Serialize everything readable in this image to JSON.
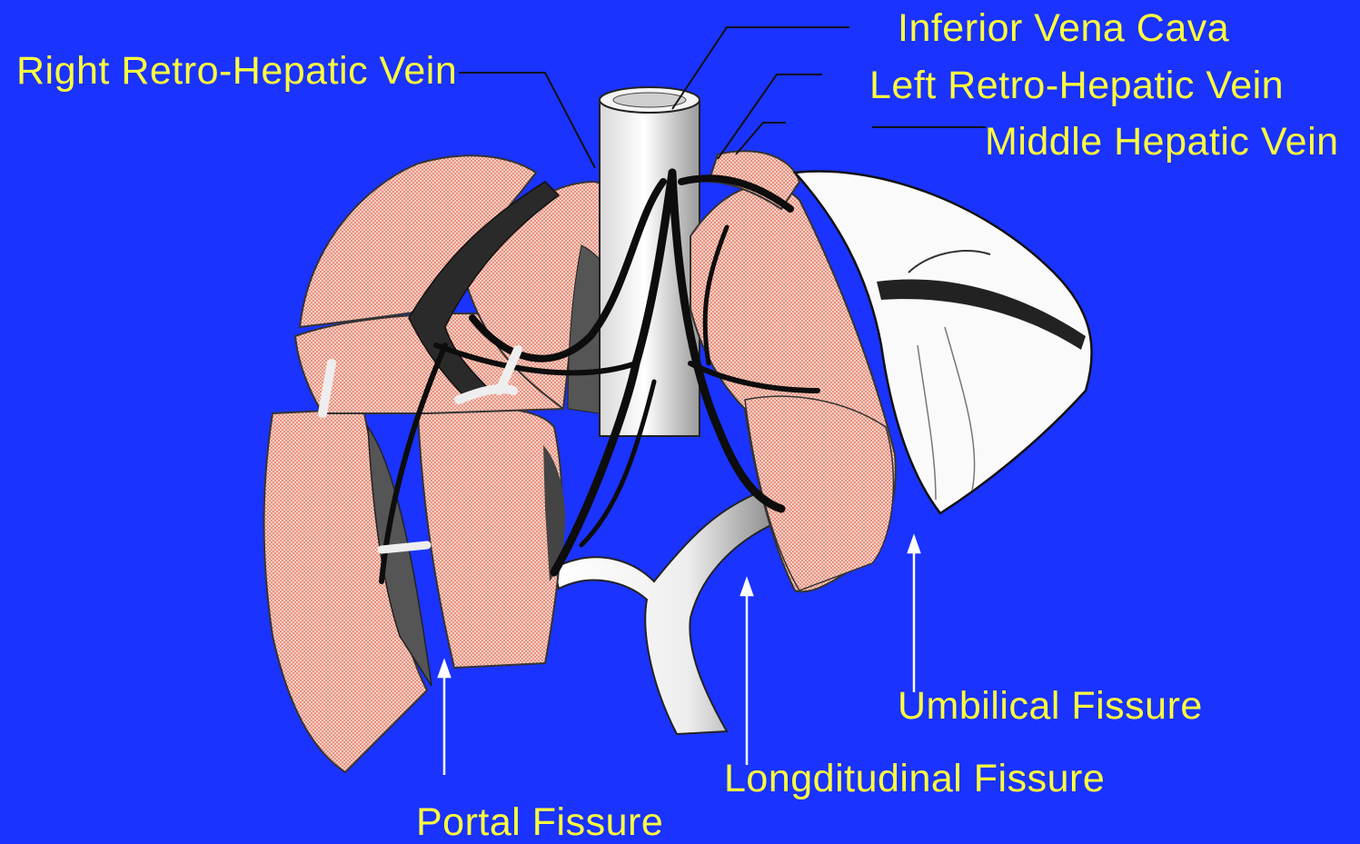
{
  "labels": {
    "inferior_vena_cava": "Inferior Vena Cava",
    "right_retro_hepatic_vein": "Right Retro-Hepatic Vein",
    "left_retro_hepatic_vein": "Left Retro-Hepatic Vein",
    "middle_hepatic_vein": "Middle Hepatic Vein",
    "umbilical_fissure": "Umbilical Fissure",
    "longditudinal_fissure": "Longditudinal Fissure",
    "portal_fissure": "Portal Fissure"
  },
  "colors": {
    "background": "#1a33ff",
    "label_text": "#ffff3c",
    "liver_segment": "#e9907e",
    "vessel_dark": "#111111",
    "vessel_light": "#f2f2f2"
  }
}
